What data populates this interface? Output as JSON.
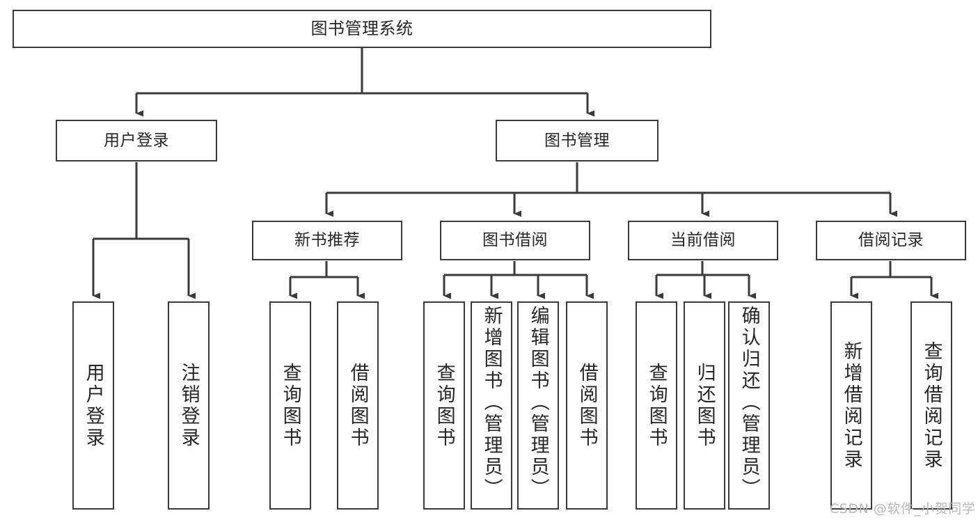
{
  "diagram": {
    "title": "图书管理系统",
    "type": "tree-hierarchy-chart",
    "watermark": "CSDN @软件_小贺同学",
    "colors": {
      "border": "#3a3a3a",
      "text": "#262626",
      "background": "#ffffff",
      "watermark": "#b9b9b9"
    },
    "nodes": {
      "root": {
        "label": "图书管理系统"
      },
      "level1": [
        {
          "label": "用户登录"
        },
        {
          "label": "图书管理"
        }
      ],
      "level2": [
        {
          "label": "新书推荐"
        },
        {
          "label": "图书借阅"
        },
        {
          "label": "当前借阅"
        },
        {
          "label": "借阅记录"
        }
      ],
      "leaves": {
        "user_login": [
          {
            "label": "用户登录"
          },
          {
            "label": "注销登录"
          }
        ],
        "new_book": [
          {
            "label": "查询图书"
          },
          {
            "label": "借阅图书"
          }
        ],
        "book_borrow": [
          {
            "label": "查询图书"
          },
          {
            "label": "新增图书（管理员）"
          },
          {
            "label": "编辑图书（管理员）"
          },
          {
            "label": "借阅图书"
          }
        ],
        "current_borrow": [
          {
            "label": "查询图书"
          },
          {
            "label": "归还图书"
          },
          {
            "label": "确认归还（管理员）"
          }
        ],
        "borrow_record": [
          {
            "label": "新增借阅记录"
          },
          {
            "label": "查询借阅记录"
          }
        ]
      }
    }
  }
}
